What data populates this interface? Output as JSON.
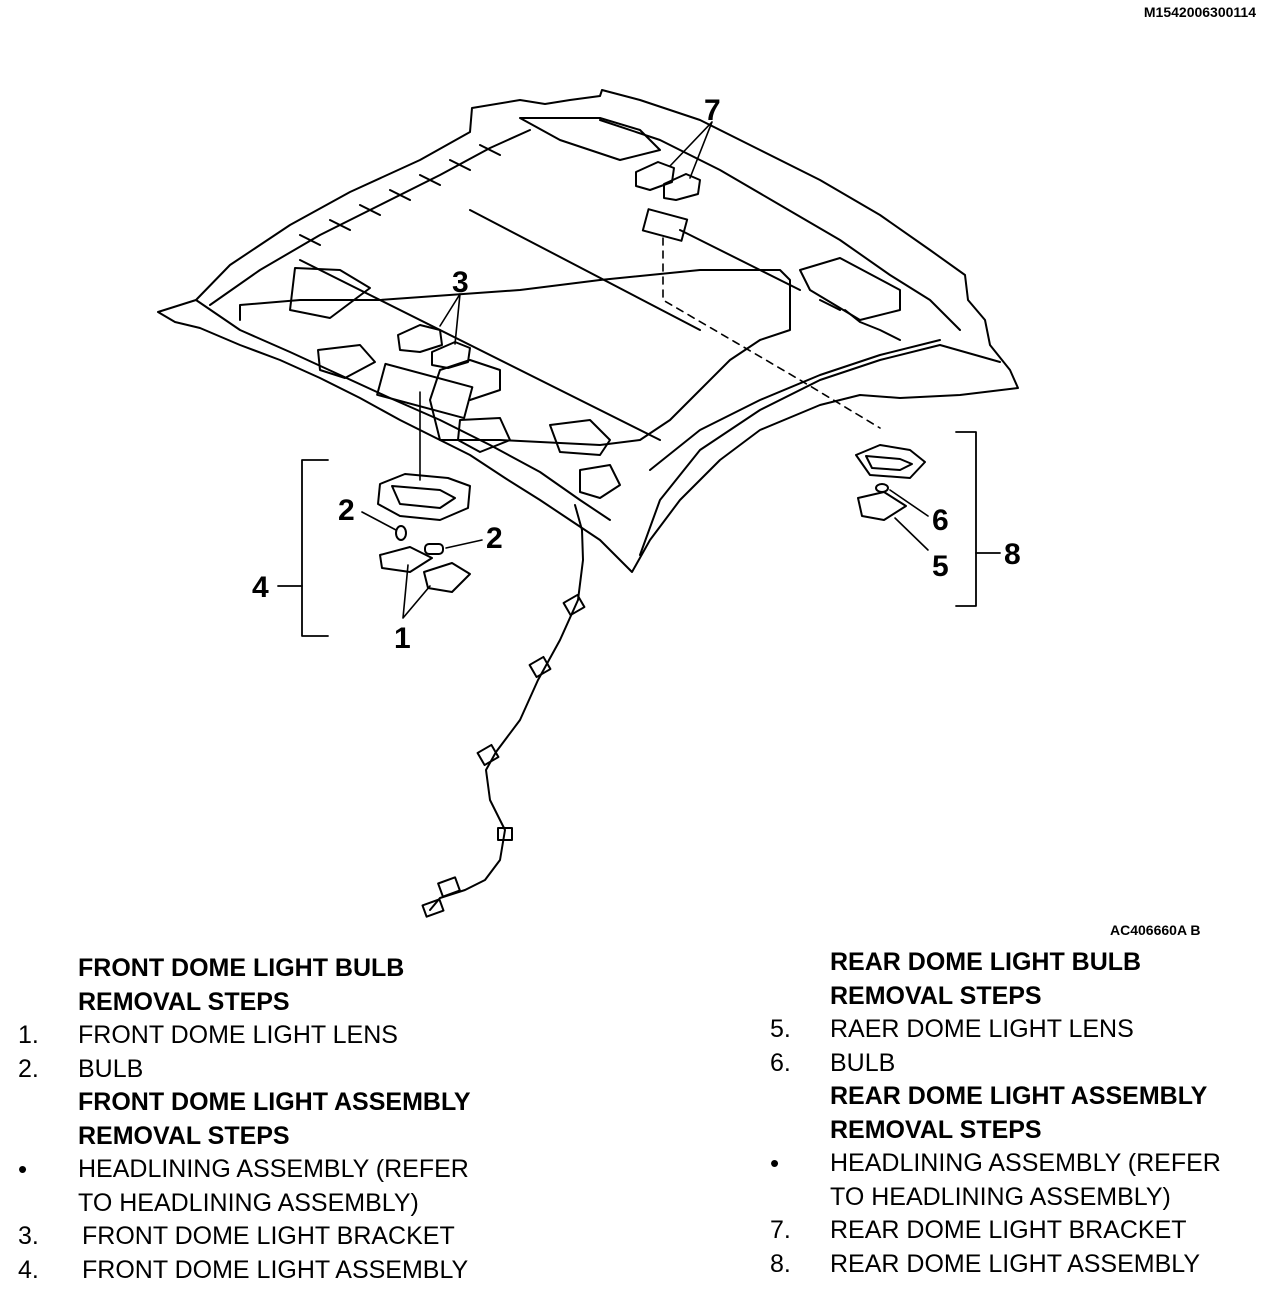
{
  "document_code": "M1542006300114",
  "figure_code": "AC406660A B",
  "callouts": [
    "1",
    "2",
    "2",
    "3",
    "4",
    "5",
    "6",
    "7",
    "8"
  ],
  "front": {
    "heading1_line1": "FRONT DOME LIGHT BULB",
    "heading1_line2": "REMOVAL STEPS",
    "step1_num": "1.",
    "step1_text": "FRONT DOME LIGHT LENS",
    "step2_num": "2.",
    "step2_text": "BULB",
    "heading2_line1": "FRONT DOME LIGHT ASSEMBLY",
    "heading2_line2": "REMOVAL STEPS",
    "bullet": "•",
    "bullet_line1": "HEADLINING ASSEMBLY (REFER",
    "bullet_line2": "TO HEADLINING  ASSEMBLY)",
    "step3_num": "3.",
    "step3_text": "FRONT DOME LIGHT BRACKET",
    "step4_num": "4.",
    "step4_text": "FRONT DOME LIGHT ASSEMBLY"
  },
  "rear": {
    "heading1_line1": "REAR DOME LIGHT BULB",
    "heading1_line2": "REMOVAL STEPS",
    "step5_num": "5.",
    "step5_text": "RAER DOME LIGHT LENS",
    "step6_num": "6.",
    "step6_text": "BULB",
    "heading2_line1": "REAR DOME LIGHT ASSEMBLY",
    "heading2_line2": "REMOVAL STEPS",
    "bullet": "•",
    "bullet_line1": "HEADLINING ASSEMBLY (REFER",
    "bullet_line2": "TO HEADLINING  ASSEMBLY)",
    "step7_num": "7.",
    "step7_text": "REAR DOME LIGHT BRACKET",
    "step8_num": "8.",
    "step8_text": "REAR DOME LIGHT ASSEMBLY"
  },
  "colors": {
    "ink": "#000000",
    "paper": "#ffffff"
  }
}
